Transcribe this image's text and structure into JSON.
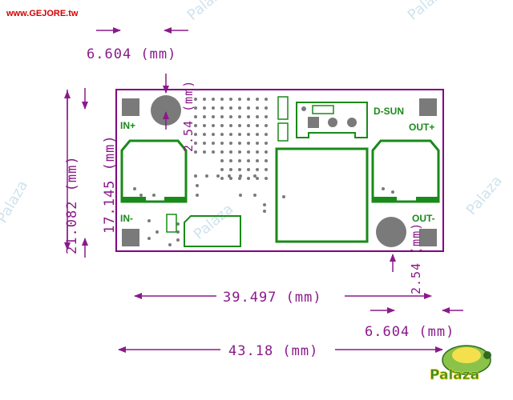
{
  "site_label": "www.GEJORE.tw",
  "watermark": "Palaza",
  "logo_text": "Palaza",
  "board": {
    "labels": {
      "in_plus": "IN+",
      "in_minus": "IN-",
      "out_plus": "OUT+",
      "out_minus": "OUT-",
      "brand": "D-SUN"
    }
  },
  "dimensions": {
    "top_hole_spacing": "6.604 (mm)",
    "top_hole_inset": "2.54 (mm)",
    "overall_height": "21.082 (mm)",
    "inner_height": "17.145 (mm)",
    "hole_span": "39.497 (mm)",
    "bottom_hole_spacing": "6.604 (mm)",
    "bottom_hole_inset": "2.54 (mm)",
    "overall_width": "43.18 (mm)"
  },
  "colors": {
    "board_outline": "#800080",
    "silkscreen": "#1a8a1a",
    "dimension": "#8a1a8a",
    "site": "#d40000",
    "watermark": "#cfe3ee"
  }
}
